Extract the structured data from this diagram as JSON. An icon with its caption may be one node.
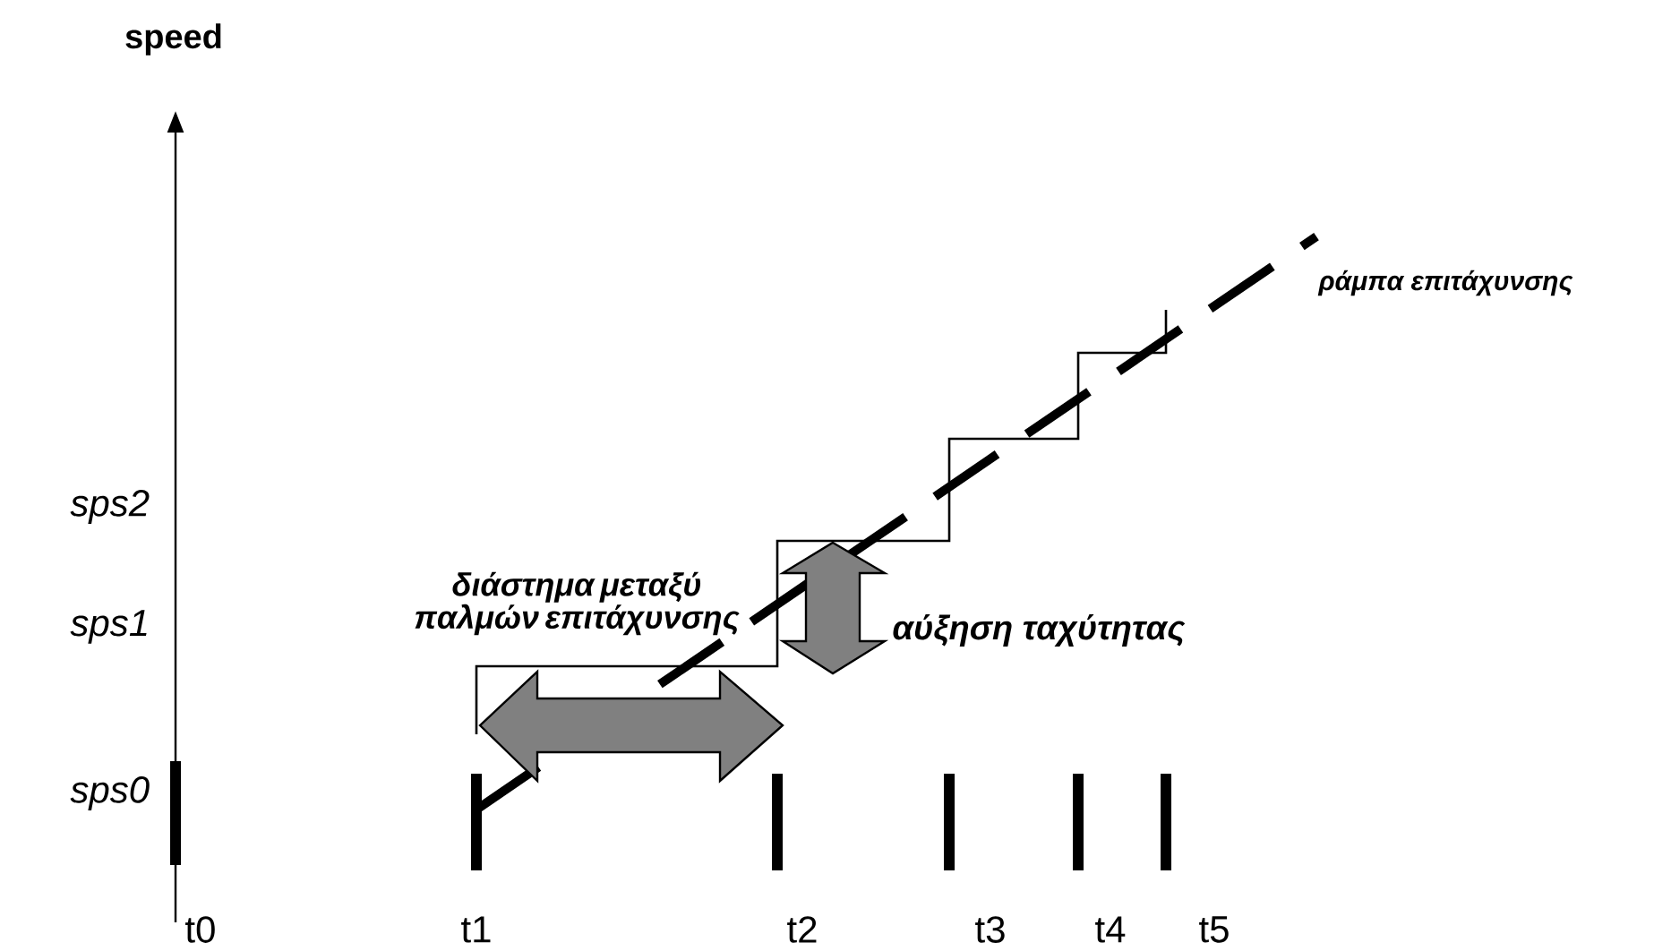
{
  "diagram": {
    "labels": [
      "speed",
      "ράμπα επιτάχυνσης",
      "sps2",
      "διάστημα μεταξύ παλμών επιτάχυνσης",
      "sps1",
      "αύξηση ταχύτητας",
      "sps0",
      "t0",
      "t1",
      "t2",
      "t3",
      "t4",
      "t5"
    ]
  }
}
